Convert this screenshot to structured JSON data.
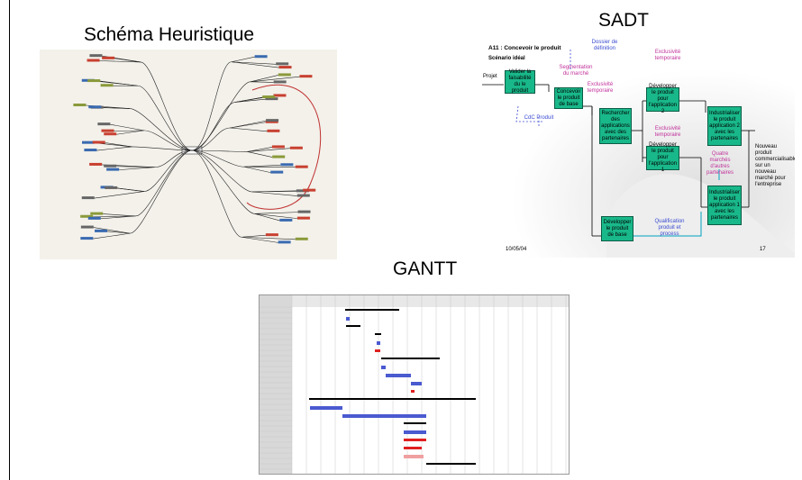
{
  "titles": {
    "mindmap": "Schéma Heuristique",
    "sadt": "SADT",
    "gantt": "GANTT"
  },
  "sadt": {
    "header": "A11 : Concevoir le produit",
    "subheader": "Scénario idéal",
    "input": "Projet",
    "boxes": [
      "Valider la faisabilité du le produit",
      "Concevoir le produit de base",
      "Rechercher des applications avec des partenaires",
      "Développer le produit pour l'application 2",
      "Développer le produit pour l'application 1",
      "Industrialiser le produit application 2 avec les partenaires",
      "Industrialiser le produit application 1 avec les partenaires",
      "Développer le produit de base"
    ],
    "labels": {
      "segmentation": "Segmentation du marché",
      "dossier": "Dossier de définition",
      "exclusivite1": "Exclusivité temporaire",
      "exclusivite2": "Exclusivité temporaire",
      "exclusivite3": "Exclusivité temporaire",
      "cdc": "CdC Produit",
      "quatre": "Quatre marchés d'autres partenaires",
      "qualification": "Qualification produit et process",
      "output": "Nouveau produit commercialisable sur un nouveau marché pour l'entreprise"
    },
    "date": "10/05/04",
    "page": "17"
  }
}
